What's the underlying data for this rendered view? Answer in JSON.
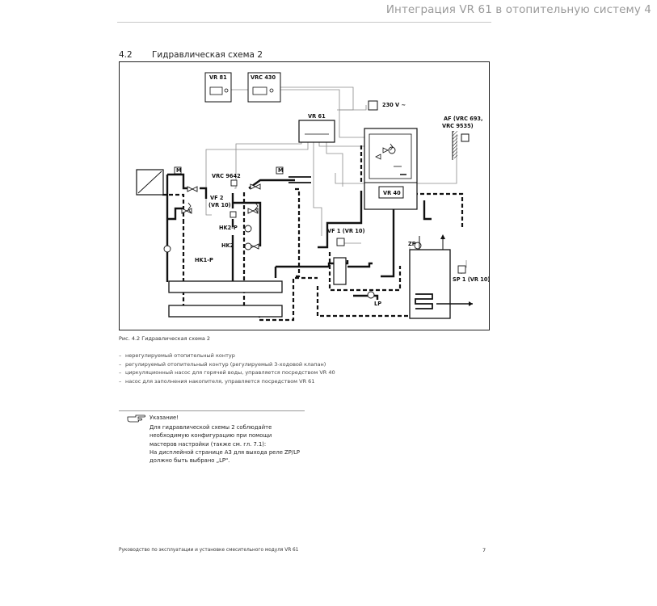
{
  "header": {
    "title": "Интеграция VR 61 в отопительную систему 4"
  },
  "section": {
    "number": "4.2",
    "title": "Гидравлическая схема 2"
  },
  "diagram": {
    "labels": {
      "vr81": "VR 81",
      "vrc430": "VRC 430",
      "vr61": "VR 61",
      "v230": "230 V ~",
      "af1": "AF (VRC 693,",
      "af2": "VRC 9535)",
      "vrc9642": "VRC 9642",
      "vf2a": "VF 2",
      "vf2b": "(VR 10)",
      "hk2p": "HK2-P",
      "hk2": "HK2",
      "hk1p": "HK1-P",
      "vr40": "VR 40",
      "vf1": "VF 1 (VR 10)",
      "zp": "ZP",
      "sp1": "SP 1 (VR 10)",
      "lp": "LP",
      "m": "M"
    }
  },
  "figure_caption": "Рис. 4.2 Гидравлическая схема 2",
  "legend": [
    "нерегулируемый отопительный контур",
    "регулируемый отопительный контур (регулируемый 3-ходовой клапан)",
    "циркуляционный насос для горячей воды, управляется посредством VR 40",
    "насос для заполнения накопителя, управляется посредством VR 61"
  ],
  "note": {
    "icon": "pointing-hand-icon",
    "title": "Указание!",
    "lines": [
      "Для гидравлической схемы 2 соблюдайте",
      "необходимую конфигурацию при помощи",
      "мастеров настройки (также см. гл. 7.1):",
      "На дисплейной странице А3 для выхода реле ZP/LP",
      "должно быть выбрано „LP\"."
    ]
  },
  "footer": {
    "left": "Руководство по эксплуатации и установке смесительного модуля VR 61",
    "page": "7"
  }
}
